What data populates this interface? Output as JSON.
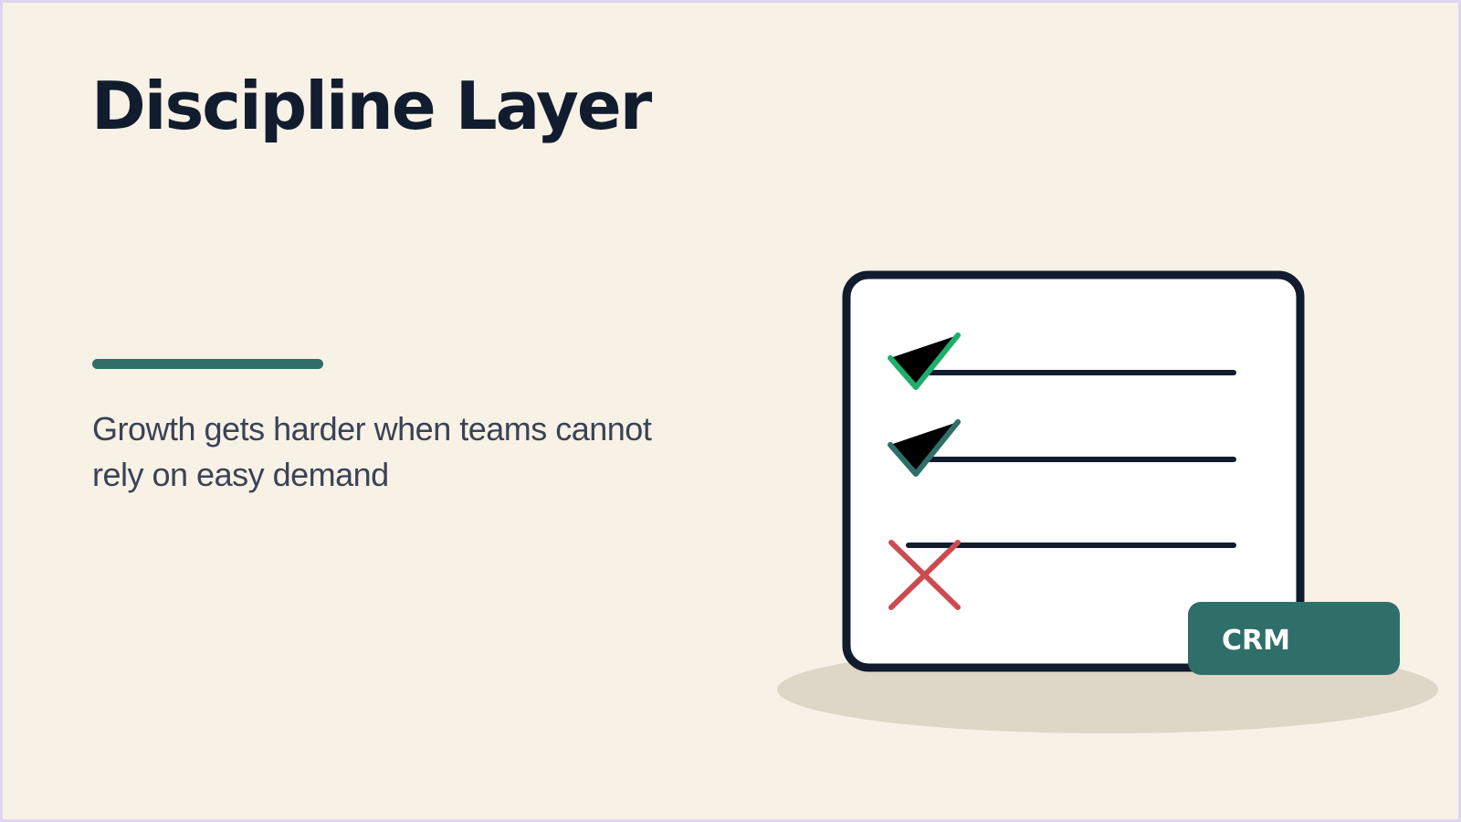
{
  "slide": {
    "title": "Discipline Layer",
    "subtitle": "Growth gets harder when teams cannot rely on easy demand",
    "badge": "CRM"
  },
  "colors": {
    "background": "#f8f1e6",
    "title": "#111c2e",
    "body_text": "#3a4356",
    "accent": "#2e6f6a",
    "check_green": "#1fae6b",
    "check_teal": "#2e6f6a",
    "cross_red": "#cc4b50",
    "shadow": "#ded6c6"
  },
  "checklist": {
    "icons": [
      "check-icon",
      "check-icon",
      "cross-icon"
    ]
  }
}
